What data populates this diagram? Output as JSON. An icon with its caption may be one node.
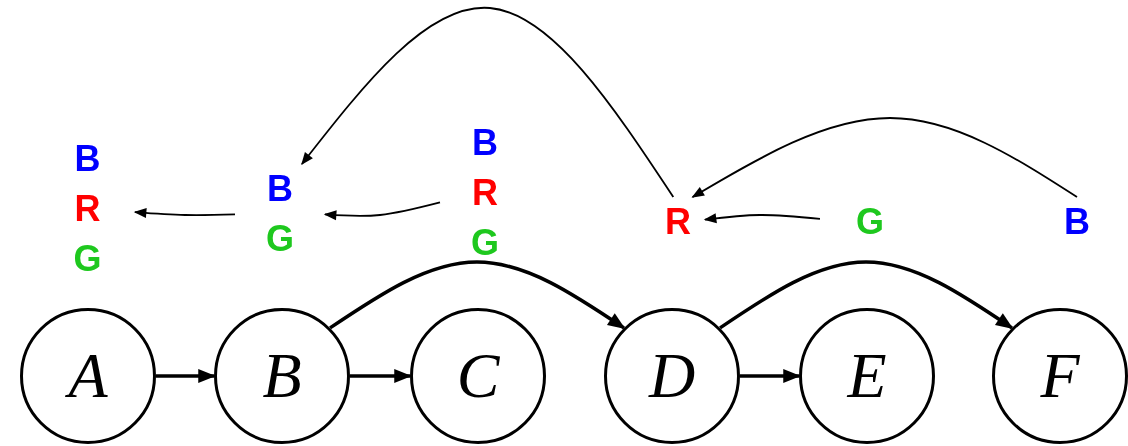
{
  "diagram": {
    "nodes": [
      {
        "text": [
          "B",
          "R",
          "G"
        ]
      },
      {
        "text": [
          "B",
          "G"
        ]
      },
      {
        "text": [
          "B",
          "R",
          "G"
        ]
      },
      {
        "text": [
          "R"
        ]
      },
      {
        "text": [
          "G"
        ]
      },
      {
        "text": [
          "B"
        ]
      },
      {
        "text": [
          "A"
        ]
      },
      {
        "text": [
          "B"
        ]
      },
      {
        "text": [
          "C"
        ]
      },
      {
        "text": [
          "D"
        ]
      },
      {
        "text": [
          "E"
        ]
      },
      {
        "text": [
          "F"
        ]
      }
    ],
    "edges": [
      {
        "from": 1,
        "to": 0,
        "arrow": "to"
      },
      {
        "from": 2,
        "to": 1,
        "arrow": "to"
      },
      {
        "from": 4,
        "to": 3,
        "arrow": "to"
      },
      {
        "from": 5,
        "to": 3,
        "arrow": "to"
      },
      {
        "from": 3,
        "to": 1,
        "arrow": "to"
      },
      {
        "from": 6,
        "to": 7,
        "arrow": "to",
        "style": "thick"
      },
      {
        "from": 7,
        "to": 8,
        "arrow": "to",
        "style": "thick"
      },
      {
        "from": 7,
        "to": 9,
        "arrow": "to",
        "style": "thick"
      },
      {
        "from": 9,
        "to": 10,
        "arrow": "to",
        "style": "thick"
      },
      {
        "from": 9,
        "to": 11,
        "arrow": "to",
        "style": "thick"
      }
    ]
  }
}
